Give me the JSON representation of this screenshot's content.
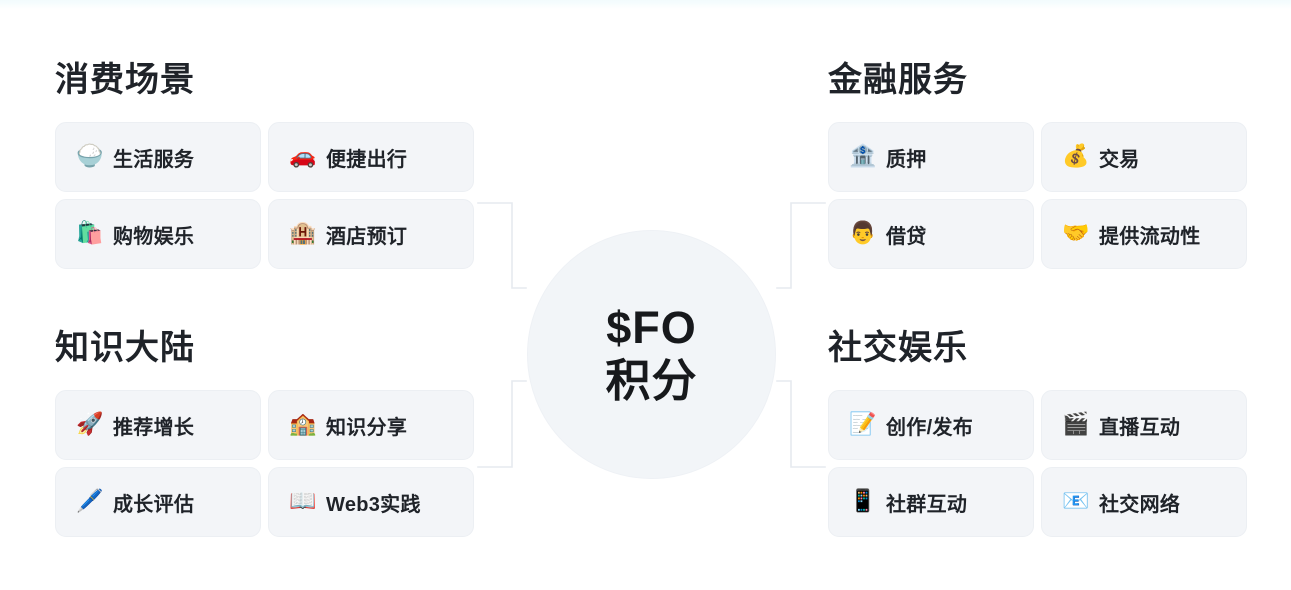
{
  "theme": {
    "page_background": "#ffffff",
    "card_background": "#f3f5f8",
    "card_border": "#eceff3",
    "hub_background": "#f2f5f8",
    "hub_border": "#eef1f5",
    "text_color": "#1f2329",
    "connector_color": "#e6eaef",
    "top_tint": "#f2fbfd"
  },
  "hub": {
    "line1": "$FO",
    "line2": "积分"
  },
  "groups": {
    "consume": {
      "title": "消费场景",
      "items": [
        {
          "emoji": "🍚",
          "icon_name": "rice-bowl-icon",
          "label": "生活服务"
        },
        {
          "emoji": "🚗",
          "icon_name": "car-icon",
          "label": "便捷出行"
        },
        {
          "emoji": "🛍️",
          "icon_name": "shopping-bags-icon",
          "label": "购物娱乐"
        },
        {
          "emoji": "🏨",
          "icon_name": "hotel-icon",
          "label": "酒店预订"
        }
      ]
    },
    "knowledge": {
      "title": "知识大陆",
      "items": [
        {
          "emoji": "🚀",
          "icon_name": "rocket-icon",
          "label": "推荐增长"
        },
        {
          "emoji": "🏫",
          "icon_name": "school-icon",
          "label": "知识分享"
        },
        {
          "emoji": "🖊️",
          "icon_name": "pen-icon",
          "label": "成长评估"
        },
        {
          "emoji": "📖",
          "icon_name": "open-book-icon",
          "label": "Web3实践"
        }
      ]
    },
    "finance": {
      "title": "金融服务",
      "items": [
        {
          "emoji": "🏦",
          "icon_name": "bank-icon",
          "label": "质押"
        },
        {
          "emoji": "💰",
          "icon_name": "money-bag-icon",
          "label": "交易"
        },
        {
          "emoji": "👨",
          "icon_name": "person-icon",
          "label": "借贷"
        },
        {
          "emoji": "🤝",
          "icon_name": "handshake-icon",
          "label": "提供流动性"
        }
      ]
    },
    "social": {
      "title": "社交娱乐",
      "items": [
        {
          "emoji": "📝",
          "icon_name": "memo-icon",
          "label": "创作/发布"
        },
        {
          "emoji": "🎬",
          "icon_name": "clapper-board-icon",
          "label": "直播互动"
        },
        {
          "emoji": "📱",
          "icon_name": "mobile-phone-icon",
          "label": "社群互动"
        },
        {
          "emoji": "📧",
          "icon_name": "envelope-icon",
          "label": "社交网络"
        }
      ]
    }
  }
}
